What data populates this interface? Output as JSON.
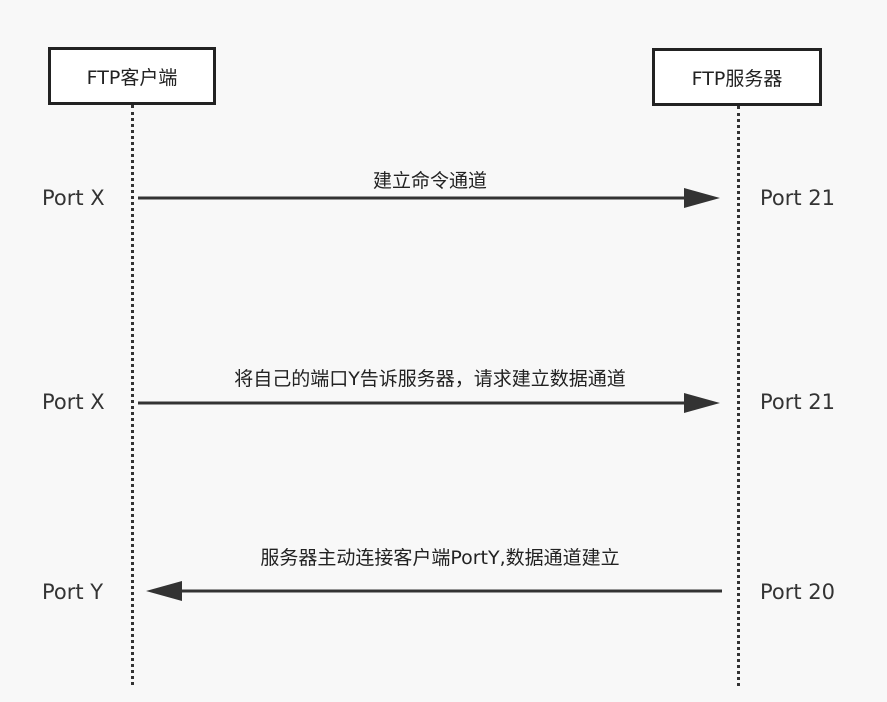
{
  "participants": {
    "client": "FTP客户端",
    "server": "FTP服务器"
  },
  "messages": [
    {
      "label": "建立命令通道",
      "client_port": "Port X",
      "server_port": "Port 21",
      "direction": "client-to-server"
    },
    {
      "label": "将自己的端口Y告诉服务器，请求建立数据通道",
      "client_port": "Port X",
      "server_port": "Port 21",
      "direction": "client-to-server"
    },
    {
      "label": "服务器主动连接客户端PortY,数据通道建立",
      "client_port": "Port Y",
      "server_port": "Port 20",
      "direction": "server-to-client"
    }
  ],
  "colors": {
    "line": "#333333",
    "box_border": "#222222",
    "background": "#f8f8f8"
  }
}
